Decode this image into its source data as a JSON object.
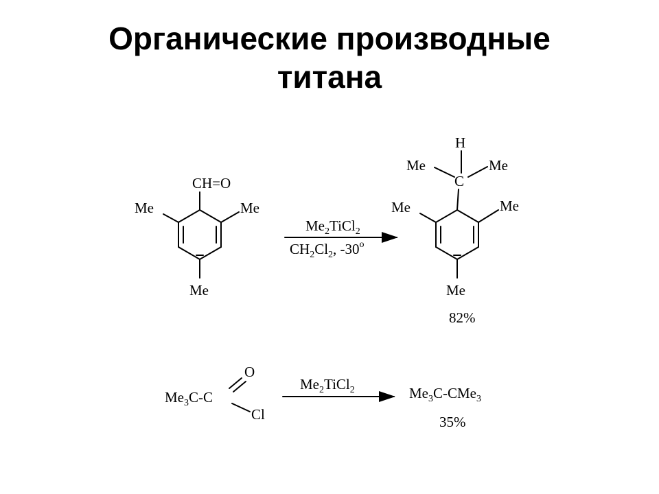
{
  "slide": {
    "title_line1": "Органические производные",
    "title_line2": "титана"
  },
  "reaction1": {
    "reactant": {
      "aldehyde": "CH=O",
      "me_left": "Me",
      "me_right": "Me",
      "me_bottom": "Me"
    },
    "reagent": {
      "top_main": "Me",
      "top_sub1": "2",
      "top_main2": "TiCl",
      "top_sub2": "2",
      "bottom_main": "CH",
      "bottom_sub1": "2",
      "bottom_main2": "Cl",
      "bottom_sub2": "2",
      "bottom_cond": ", -30",
      "bottom_sup": "o"
    },
    "product": {
      "h": "H",
      "me_upper_left": "Me",
      "me_upper_right": "Me",
      "c": "C",
      "me_left": "Me",
      "me_right": "Me",
      "me_bottom": "Me",
      "yield": "82%"
    }
  },
  "reaction2": {
    "reactant": {
      "me": "Me",
      "sub3": "3",
      "c_chain": "C-C",
      "o": "O",
      "cl": "Cl"
    },
    "reagent": {
      "main": "Me",
      "sub1": "2",
      "main2": "TiCl",
      "sub2": "2"
    },
    "product": {
      "me1": "Me",
      "sub1": "3",
      "mid": "C-CMe",
      "sub2": "3",
      "yield": "35%"
    }
  }
}
